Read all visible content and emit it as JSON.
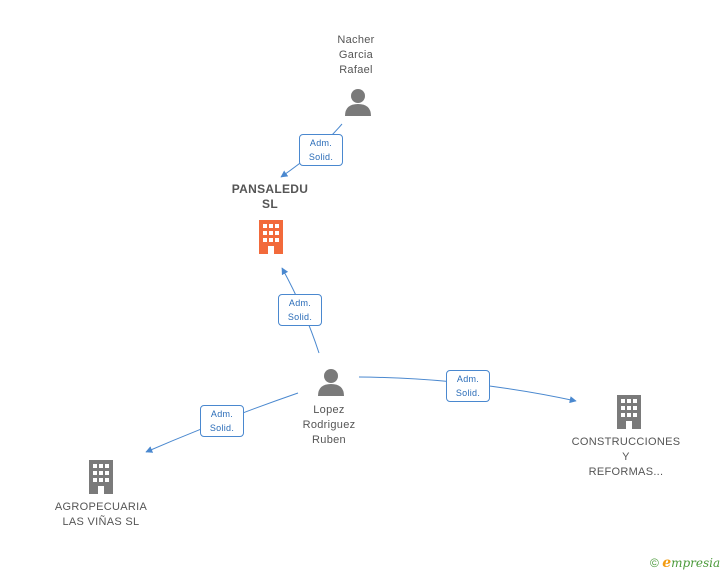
{
  "nodes": {
    "nacher": {
      "name_lines": [
        "Nacher",
        "Garcia",
        "Rafael"
      ],
      "type": "person"
    },
    "pansaledu": {
      "name_lines": [
        "PANSALEDU",
        "SL"
      ],
      "type": "company",
      "highlight": true
    },
    "lopez": {
      "name_lines": [
        "Lopez",
        "Rodriguez",
        "Ruben"
      ],
      "type": "person"
    },
    "construcciones": {
      "name_lines": [
        "CONSTRUCCIONES",
        "Y",
        "REFORMAS..."
      ],
      "type": "company"
    },
    "agropecuaria": {
      "name_lines": [
        "AGROPECUARIA",
        "LAS VIÑAS SL"
      ],
      "type": "company"
    }
  },
  "edges": [
    {
      "from": "nacher",
      "to": "pansaledu",
      "role_lines": [
        "Adm.",
        "Solid."
      ]
    },
    {
      "from": "lopez",
      "to": "pansaledu",
      "role_lines": [
        "Adm.",
        "Solid."
      ]
    },
    {
      "from": "lopez",
      "to": "construcciones",
      "role_lines": [
        "Adm.",
        "Solid."
      ]
    },
    {
      "from": "lopez",
      "to": "agropecuaria",
      "role_lines": [
        "Adm.",
        "Solid."
      ]
    }
  ],
  "colors": {
    "person": "#7a7a7a",
    "company": "#7a7a7a",
    "highlight": "#f26a3b",
    "edge": "#4a88cf"
  },
  "footer": {
    "copyright": "©",
    "brand_initial": "e",
    "brand_rest": "mpresia"
  }
}
